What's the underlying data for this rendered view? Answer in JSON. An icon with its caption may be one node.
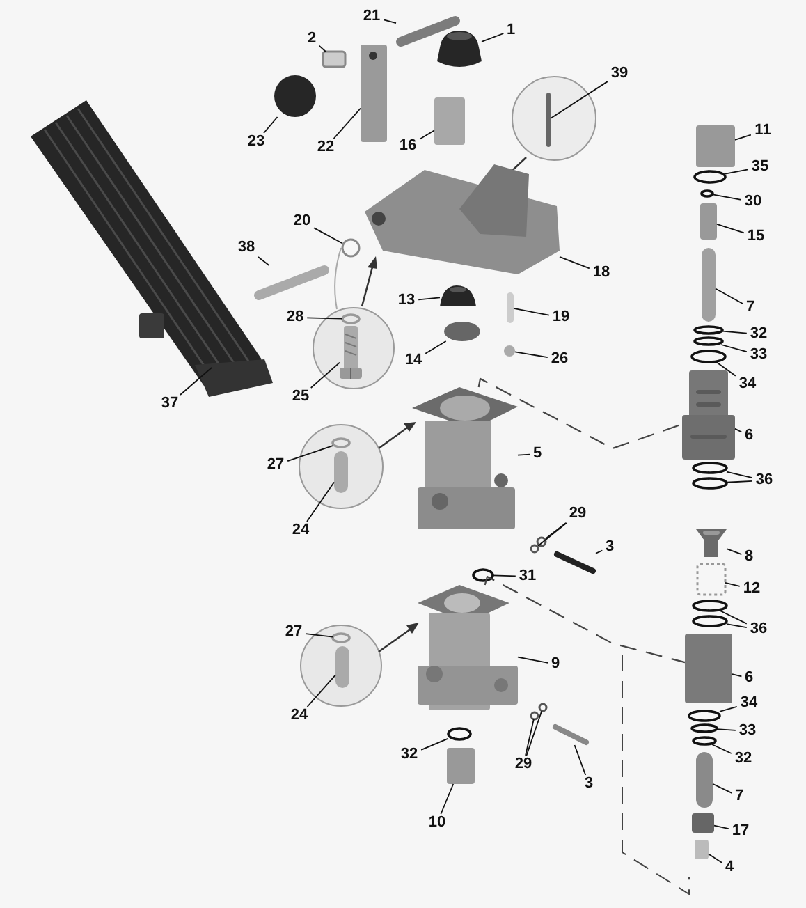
{
  "diagram": {
    "nodes": [
      {
        "text": [
          "21"
        ]
      },
      {
        "text": [
          "2"
        ]
      },
      {
        "text": [
          "1"
        ]
      },
      {
        "text": [
          "23"
        ]
      },
      {
        "text": [
          "22"
        ]
      },
      {
        "text": [
          "16"
        ]
      },
      {
        "text": [
          "39"
        ]
      },
      {
        "text": [
          "20"
        ]
      },
      {
        "text": [
          "18"
        ]
      },
      {
        "text": [
          "38"
        ]
      },
      {
        "text": [
          "13"
        ]
      },
      {
        "text": [
          "19"
        ]
      },
      {
        "text": [
          "28"
        ]
      },
      {
        "text": [
          "14"
        ]
      },
      {
        "text": [
          "26"
        ]
      },
      {
        "text": [
          "25"
        ]
      },
      {
        "text": [
          "37"
        ]
      },
      {
        "text": [
          "27"
        ]
      },
      {
        "text": [
          "5"
        ]
      },
      {
        "text": [
          "24"
        ]
      },
      {
        "text": [
          "29"
        ]
      },
      {
        "text": [
          "3"
        ]
      },
      {
        "text": [
          "31"
        ]
      },
      {
        "text": [
          "27"
        ]
      },
      {
        "text": [
          "24"
        ]
      },
      {
        "text": [
          "9"
        ]
      },
      {
        "text": [
          "32"
        ]
      },
      {
        "text": [
          "29"
        ]
      },
      {
        "text": [
          "3"
        ]
      },
      {
        "text": [
          "10"
        ]
      },
      {
        "text": [
          "11"
        ]
      },
      {
        "text": [
          "35"
        ]
      },
      {
        "text": [
          "30"
        ]
      },
      {
        "text": [
          "15"
        ]
      },
      {
        "text": [
          "7"
        ]
      },
      {
        "text": [
          "32"
        ]
      },
      {
        "text": [
          "33"
        ]
      },
      {
        "text": [
          "34"
        ]
      },
      {
        "text": [
          "6"
        ]
      },
      {
        "text": [
          "36"
        ]
      },
      {
        "text": [
          "8"
        ]
      },
      {
        "text": [
          "12"
        ]
      },
      {
        "text": [
          "36"
        ]
      },
      {
        "text": [
          "6"
        ]
      },
      {
        "text": [
          "34"
        ]
      },
      {
        "text": [
          "33"
        ]
      },
      {
        "text": [
          "32"
        ]
      },
      {
        "text": [
          "7"
        ]
      },
      {
        "text": [
          "17"
        ]
      },
      {
        "text": [
          "4"
        ]
      },
      {
        "text": [],
        "shape": "bar"
      },
      {
        "text": [],
        "shape": "box"
      },
      {
        "text": [],
        "shape": "picture"
      },
      {
        "text": [],
        "shape": "circle"
      },
      {
        "text": [],
        "shape": "picture"
      },
      {
        "text": [],
        "shape": "box"
      },
      {
        "text": [],
        "shape": "bar"
      },
      {
        "text": [],
        "shape": "circle"
      },
      {
        "text": [],
        "shape": "picture"
      },
      {
        "text": [],
        "shape": "bar"
      },
      {
        "text": [],
        "shape": "picture"
      },
      {
        "text": [],
        "shape": "bar"
      },
      {
        "text": [],
        "shape": "circle"
      },
      {
        "text": [],
        "shape": "circle"
      },
      {
        "text": [],
        "shape": "circle"
      },
      {
        "text": [],
        "shape": "picture"
      },
      {
        "text": [],
        "shape": "picture"
      },
      {
        "text": [],
        "shape": "circle"
      },
      {
        "text": [],
        "shape": "picture"
      },
      {
        "text": [],
        "shape": "bar"
      },
      {
        "text": [],
        "shape": "circle"
      },
      {
        "text": [],
        "shape": "circle"
      },
      {
        "text": [],
        "shape": "bar"
      },
      {
        "text": [],
        "shape": "circle"
      },
      {
        "text": [],
        "shape": "circle"
      },
      {
        "text": [],
        "shape": "bar"
      },
      {
        "text": [],
        "shape": "picture"
      },
      {
        "text": [],
        "shape": "circle"
      },
      {
        "text": [],
        "shape": "circle"
      },
      {
        "text": [],
        "shape": "circle"
      },
      {
        "text": [],
        "shape": "bar"
      },
      {
        "text": [],
        "shape": "box"
      },
      {
        "text": [],
        "shape": "box"
      },
      {
        "text": [],
        "shape": "circle"
      },
      {
        "text": [],
        "shape": "circle"
      },
      {
        "text": [],
        "shape": "box"
      },
      {
        "text": [],
        "shape": "bar"
      },
      {
        "text": [],
        "shape": "circle"
      },
      {
        "text": [],
        "shape": "circle"
      },
      {
        "text": [],
        "shape": "circle"
      },
      {
        "text": [],
        "shape": "picture"
      },
      {
        "text": [],
        "shape": "circle"
      },
      {
        "text": [],
        "shape": "circle"
      },
      {
        "text": [],
        "shape": "picture"
      },
      {
        "text": [],
        "shape": "box"
      },
      {
        "text": [],
        "shape": "circle"
      },
      {
        "text": [],
        "shape": "circle"
      },
      {
        "text": [],
        "shape": "box"
      },
      {
        "text": [],
        "shape": "circle"
      },
      {
        "text": [],
        "shape": "circle"
      },
      {
        "text": [],
        "shape": "circle"
      },
      {
        "text": [],
        "shape": "bar"
      },
      {
        "text": [],
        "shape": "box"
      },
      {
        "text": [],
        "shape": "box"
      }
    ],
    "edges": [
      {
        "from": 0,
        "to": 50,
        "arrow": "none"
      },
      {
        "from": 1,
        "to": 51,
        "arrow": "none"
      },
      {
        "from": 2,
        "to": 52,
        "arrow": "none"
      },
      {
        "from": 3,
        "to": 53,
        "arrow": "none"
      },
      {
        "from": 4,
        "to": 54,
        "arrow": "none"
      },
      {
        "from": 5,
        "to": 55,
        "arrow": "none"
      },
      {
        "from": 6,
        "to": 56,
        "arrow": "none"
      },
      {
        "from": 7,
        "to": 57,
        "arrow": "none"
      },
      {
        "from": 8,
        "to": 58,
        "arrow": "none"
      },
      {
        "from": 9,
        "to": 59,
        "arrow": "none"
      },
      {
        "from": 10,
        "to": 60,
        "arrow": "none"
      },
      {
        "from": 11,
        "to": 61,
        "arrow": "none"
      },
      {
        "from": 12,
        "to": 62,
        "arrow": "none"
      },
      {
        "from": 13,
        "to": 63,
        "arrow": "none"
      },
      {
        "from": 14,
        "to": 64,
        "arrow": "none"
      },
      {
        "from": 15,
        "to": 65,
        "arrow": "none"
      },
      {
        "from": 16,
        "to": 66,
        "arrow": "none"
      },
      {
        "from": 17,
        "to": 67,
        "arrow": "none"
      },
      {
        "from": 18,
        "to": 68,
        "arrow": "none"
      },
      {
        "from": 19,
        "to": 69,
        "arrow": "none"
      },
      {
        "from": 20,
        "to": 70,
        "arrow": "none"
      },
      {
        "from": 20,
        "to": 71,
        "arrow": "none"
      },
      {
        "from": 21,
        "to": 72,
        "arrow": "none"
      },
      {
        "from": 22,
        "to": 73,
        "arrow": "none"
      },
      {
        "from": 23,
        "to": 74,
        "arrow": "none"
      },
      {
        "from": 24,
        "to": 75,
        "arrow": "none"
      },
      {
        "from": 25,
        "to": 76,
        "arrow": "none"
      },
      {
        "from": 26,
        "to": 77,
        "arrow": "none"
      },
      {
        "from": 27,
        "to": 78,
        "arrow": "none"
      },
      {
        "from": 27,
        "to": 79,
        "arrow": "none"
      },
      {
        "from": 28,
        "to": 80,
        "arrow": "none"
      },
      {
        "from": 29,
        "to": 81,
        "arrow": "none"
      },
      {
        "from": 30,
        "to": 82,
        "arrow": "none"
      },
      {
        "from": 31,
        "to": 83,
        "arrow": "none"
      },
      {
        "from": 32,
        "to": 84,
        "arrow": "none"
      },
      {
        "from": 33,
        "to": 85,
        "arrow": "none"
      },
      {
        "from": 34,
        "to": 86,
        "arrow": "none"
      },
      {
        "from": 35,
        "to": 87,
        "arrow": "none"
      },
      {
        "from": 36,
        "to": 88,
        "arrow": "none"
      },
      {
        "from": 37,
        "to": 89,
        "arrow": "none"
      },
      {
        "from": 38,
        "to": 90,
        "arrow": "none"
      },
      {
        "from": 39,
        "to": 91,
        "arrow": "none"
      },
      {
        "from": 39,
        "to": 92,
        "arrow": "none"
      },
      {
        "from": 40,
        "to": 93,
        "arrow": "none"
      },
      {
        "from": 41,
        "to": 94,
        "arrow": "none"
      },
      {
        "from": 42,
        "to": 95,
        "arrow": "none"
      },
      {
        "from": 42,
        "to": 96,
        "arrow": "none"
      },
      {
        "from": 43,
        "to": 97,
        "arrow": "none"
      },
      {
        "from": 44,
        "to": 98,
        "arrow": "none"
      },
      {
        "from": 45,
        "to": 99,
        "arrow": "none"
      },
      {
        "from": 46,
        "to": 100,
        "arrow": "none"
      },
      {
        "from": 47,
        "to": 101,
        "arrow": "none"
      },
      {
        "from": 48,
        "to": 102,
        "arrow": "none"
      },
      {
        "from": 49,
        "to": 103,
        "arrow": "none"
      },
      {
        "from": 68,
        "to": 90,
        "arrow": "none",
        "style": "dashed"
      },
      {
        "from": 76,
        "to": 97,
        "arrow": "none",
        "style": "dashed"
      }
    ]
  }
}
